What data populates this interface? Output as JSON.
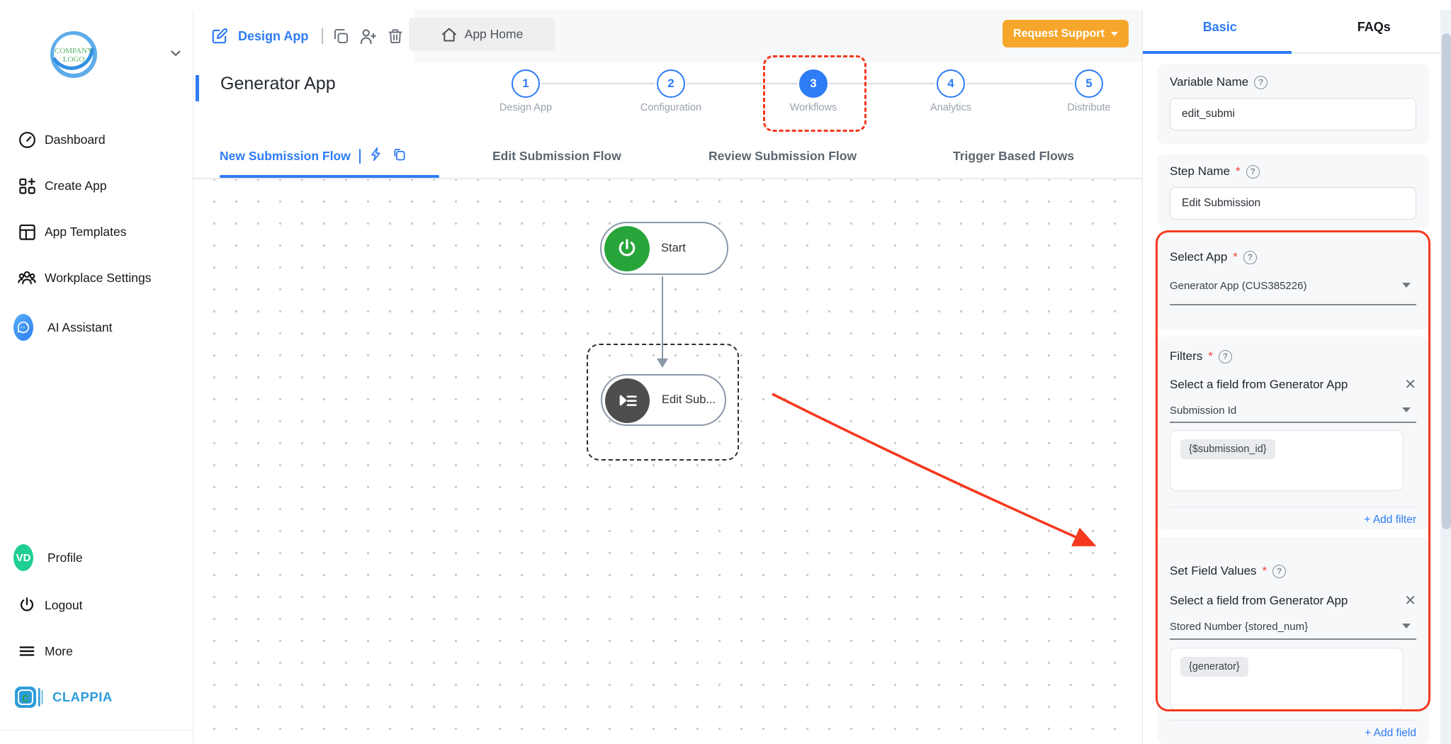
{
  "brand": {
    "logo_line1": "COMPANY",
    "logo_line2": "LOGO",
    "clappia": "CLAPPIA",
    "clappia_initial": "C"
  },
  "sidebar": {
    "items": [
      {
        "label": "Dashboard",
        "icon": "gauge-icon"
      },
      {
        "label": "Create App",
        "icon": "squares-plus-icon"
      },
      {
        "label": "App Templates",
        "icon": "layout-icon"
      },
      {
        "label": "Workplace Settings",
        "icon": "people-icon"
      },
      {
        "label": "AI Assistant",
        "icon": "ai-chat-icon"
      }
    ],
    "avatar_initials": "VD",
    "footer_items": [
      {
        "label": "Profile"
      },
      {
        "label": "Logout",
        "icon": "power-icon"
      },
      {
        "label": "More",
        "icon": "hamburger-icon"
      }
    ]
  },
  "toolbar": {
    "design_app": "Design App",
    "app_home": "App Home",
    "request_support": "Request Support"
  },
  "header": {
    "app_title": "Generator App"
  },
  "stepper": {
    "steps": [
      {
        "num": "1",
        "label": "Design App",
        "active": false
      },
      {
        "num": "2",
        "label": "Configuration",
        "active": false
      },
      {
        "num": "3",
        "label": "Workflows",
        "active": true
      },
      {
        "num": "4",
        "label": "Analytics",
        "active": false
      },
      {
        "num": "5",
        "label": "Distribute",
        "active": false
      }
    ]
  },
  "flow_tabs": {
    "active": "New Submission Flow",
    "items": [
      "New Submission Flow",
      "Edit Submission Flow",
      "Review Submission Flow",
      "Trigger Based Flows"
    ]
  },
  "canvas": {
    "start_label": "Start",
    "edit_label": "Edit Sub..."
  },
  "panel": {
    "tabs": {
      "basic": "Basic",
      "faqs": "FAQs"
    },
    "required_mark": "*",
    "help_glyph": "?",
    "close_glyph": "✕",
    "variable_name": {
      "label": "Variable Name",
      "value": "edit_submi"
    },
    "step_name": {
      "label": "Step Name",
      "value": "Edit Submission"
    },
    "select_app": {
      "label": "Select App",
      "value": "Generator App (CUS385226)"
    },
    "filters": {
      "label": "Filters",
      "field_label": "Select a field from Generator App",
      "field_value": "Submission Id",
      "chip": "{$submission_id}",
      "add_label": "+ Add filter"
    },
    "set_field_values": {
      "label": "Set Field Values",
      "field_label": "Select a field from Generator App",
      "field_value": "Stored Number {stored_num}",
      "chip": "{generator}",
      "add_label": "+ Add field"
    }
  },
  "colors": {
    "accent_blue": "#2e7cf6",
    "gradient_green": "#0fd78c",
    "gradient_blue": "#3d87f7",
    "orange": "#f6a62b",
    "highlight_red": "#f5391f",
    "start_green": "#27a53a",
    "node_dark": "#4e4e4e",
    "clappia_blue": "#2d9cdb",
    "avatar_green": "#1fce93"
  }
}
